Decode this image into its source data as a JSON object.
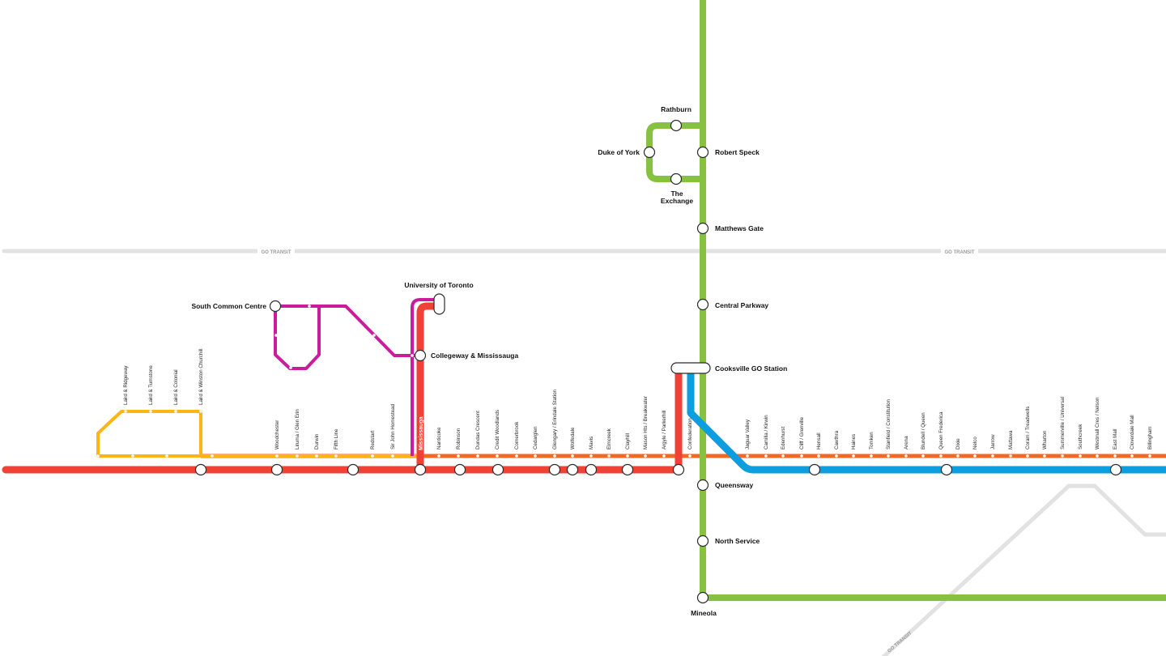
{
  "map": {
    "colors": {
      "go_transit": "#e2e2e2",
      "hurontario_lrt": "#86c23f",
      "dundas_brt": "#ef4136",
      "dundas_local": "#f06a27",
      "mississauga_link": "#ce1a9d",
      "south_common_loop": "#cc1c9e",
      "laird_line": "#fbb616",
      "queensway_line": "#0d9ee0",
      "station_fill": "#ffffff",
      "station_stroke": "#2b2b2b"
    },
    "go_labels": {
      "left": "GO TRANSIT",
      "right": "GO TRANSIT",
      "diagonal": "GO TRANSIT"
    },
    "stations": {
      "rathburn": "Rathburn",
      "robert_speck": "Robert Speck",
      "duke_of_york": "Duke of York",
      "the_exchange_1": "The",
      "the_exchange_2": "Exchange",
      "matthews_gate": "Matthews Gate",
      "central_parkway": "Central Parkway",
      "cooksville": "Cooksville GO Station",
      "university": "University of Toronto",
      "south_common": "South Common Centre",
      "collegeway": "Collegeway & Mississauga",
      "queensway": "Queensway",
      "north_service": "North Service",
      "mineola": "Mineola"
    },
    "route_label": "Mississauga",
    "stops": [
      "Laird & Ridgeway",
      "Laird & Turnstone",
      "Laird & Colonial",
      "Laird & Winston Churchill",
      "Woodchester",
      "Liruma / Glen Erin",
      "Durwin",
      "Fifth Line",
      "Redstart",
      "Sir John Homestead",
      "Nanticoke",
      "Robinson",
      "Dundas Crescent",
      "Credit Woodlands",
      "Cornerbrook",
      "Cedarglen",
      "Glengary / Erindale Station",
      "Wolfedale",
      "Mavis",
      "Elmcreek",
      "Clayhill",
      "Mason Hts / Breakwater",
      "Argyle / Parkerhill",
      "Confederation",
      "Jaguar Valley",
      "Camilla / Kirwin",
      "Edenhurst",
      "Cliff / Grenville",
      "Hensall",
      "Cawthra",
      "Haines",
      "Tomken",
      "Stanfield / Constitution",
      "Arena",
      "Blundell / Queen",
      "Queen Frederica",
      "Dixie",
      "Nelco",
      "Jarrow",
      "Mattawa",
      "Coram / Treadwells",
      "Wharton",
      "Summerville / Universal",
      "Southcreek",
      "Westmall Cres / Nelson",
      "East Mall",
      "Cloverdale Mall",
      "Billingham"
    ]
  }
}
